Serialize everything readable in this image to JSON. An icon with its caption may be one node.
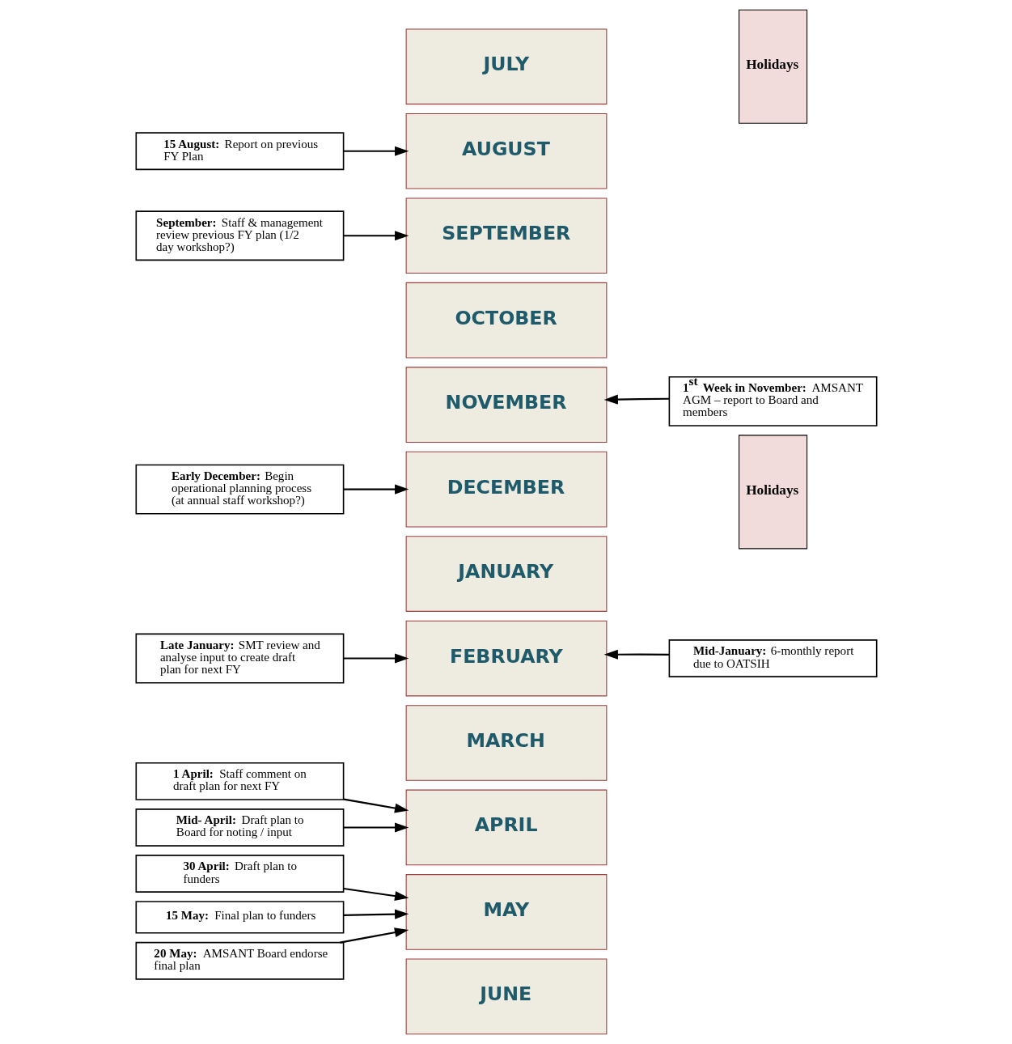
{
  "diagram": {
    "nodes": [
      {
        "text": [
          "JULY"
        ]
      },
      {
        "text": [
          "Holidays"
        ]
      },
      {
        "text": [
          "**15 August:** Report on previous FY Plan"
        ]
      },
      {
        "text": [
          "AUGUST"
        ]
      },
      {
        "text": [
          "**September:** Staff & management review previous FY plan (1/2 day workshop?)"
        ]
      },
      {
        "text": [
          "SEPTEMBER"
        ]
      },
      {
        "text": [
          "OCTOBER"
        ]
      },
      {
        "text": [
          "**1$^{st}$ Week in November:** AMSANT AGM – report to Board and members"
        ]
      },
      {
        "text": [
          "NOVEMBER"
        ]
      },
      {
        "text": [
          "**Early December:** Begin operational planning process (at annual staff workshop?)"
        ]
      },
      {
        "text": [
          "DECEMBER"
        ]
      },
      {
        "text": [
          "Holidays"
        ]
      },
      {
        "text": [
          "JANUARY"
        ]
      },
      {
        "text": [
          "**Late January:** SMT review and analyse input to create draft plan for next FY"
        ]
      },
      {
        "text": [
          "FEBRUARY"
        ]
      },
      {
        "text": [
          "**Mid-January:** 6-monthly report due to OATSIH"
        ]
      },
      {
        "text": [
          "MARCH"
        ]
      },
      {
        "text": [
          "**1 April:** Staff comment on draft plan for next FY"
        ]
      },
      {
        "text": [
          "**Mid- April:** Draft plan to Board for noting / input"
        ]
      },
      {
        "text": [
          "APRIL"
        ]
      },
      {
        "text": [
          "**30 April:** Draft plan to funders"
        ]
      },
      {
        "text": [
          "**15 May:** Final plan to funders"
        ]
      },
      {
        "text": [
          "**20 May:** AMSANT Board endorse final plan"
        ]
      },
      {
        "text": [
          "MAY"
        ]
      },
      {
        "text": [
          "JUNE"
        ]
      }
    ],
    "edges": [
      {
        "from": 2,
        "to": 3,
        "arrow": "to"
      },
      {
        "from": 4,
        "to": 5,
        "arrow": "to"
      },
      {
        "from": 7,
        "to": 8,
        "arrow": "to"
      },
      {
        "from": 9,
        "to": 10,
        "arrow": "to"
      },
      {
        "from": 13,
        "to": 14,
        "arrow": "to"
      },
      {
        "from": 15,
        "to": 14,
        "arrow": "to"
      },
      {
        "from": 17,
        "to": 19,
        "arrow": "to"
      },
      {
        "from": 18,
        "to": 19,
        "arrow": "to"
      },
      {
        "from": 20,
        "to": 23,
        "arrow": "to"
      },
      {
        "from": 21,
        "to": 23,
        "arrow": "to"
      },
      {
        "from": 22,
        "to": 23,
        "arrow": "to"
      }
    ]
  }
}
